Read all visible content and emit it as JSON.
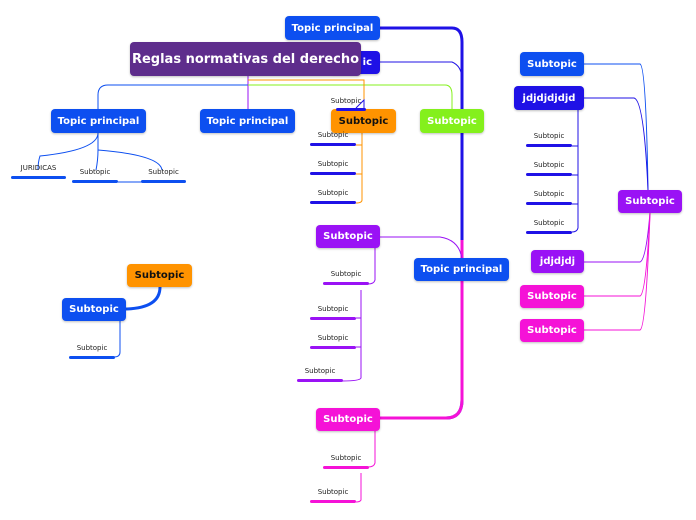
{
  "colors": {
    "root": "#5e2d8c",
    "blue": "#0d4ff0",
    "indigo": "#1f11e6",
    "orange": "#ff9300",
    "lime": "#84f01c",
    "purple": "#9a12f5",
    "magenta": "#f512d7"
  },
  "map": {
    "root": "Reglas normativas del derecho",
    "top_center": "Topic principal",
    "hidden_topic_tail": "ic",
    "topic_left": "Topic principal",
    "topic_mid": "Topic principal",
    "subtopic_orange": "Subtopic",
    "subtopic_lime": "Subtopic",
    "subtopic_above_orange": "Subtopic",
    "orange_children": [
      "Subtopic",
      "Subtopic",
      "Subtopic"
    ],
    "left_children": [
      "JURIDICAS",
      "Subtopic",
      "Subtopic"
    ],
    "purple_group": {
      "title": "Subtopic",
      "children": [
        "Subtopic",
        "Subtopic",
        "Subtopic",
        "Subtopic"
      ]
    },
    "magenta_group": {
      "title": "Subtopic",
      "children": [
        "Subtopic",
        "Subtopic"
      ]
    },
    "topic_right": "Topic principal",
    "floating": {
      "orange": "Subtopic",
      "blue": "Subtopic",
      "child": "Subtopic"
    },
    "right_cluster": {
      "hub": "Subtopic",
      "blue_top": "Subtopic",
      "dark_blue": "jdjdjdjdjd",
      "dark_blue_children": [
        "Subtopic",
        "Subtopic",
        "Subtopic",
        "Subtopic"
      ],
      "purple": "jdjdjdj",
      "magenta_1": "Subtopic",
      "magenta_2": "Subtopic"
    }
  }
}
